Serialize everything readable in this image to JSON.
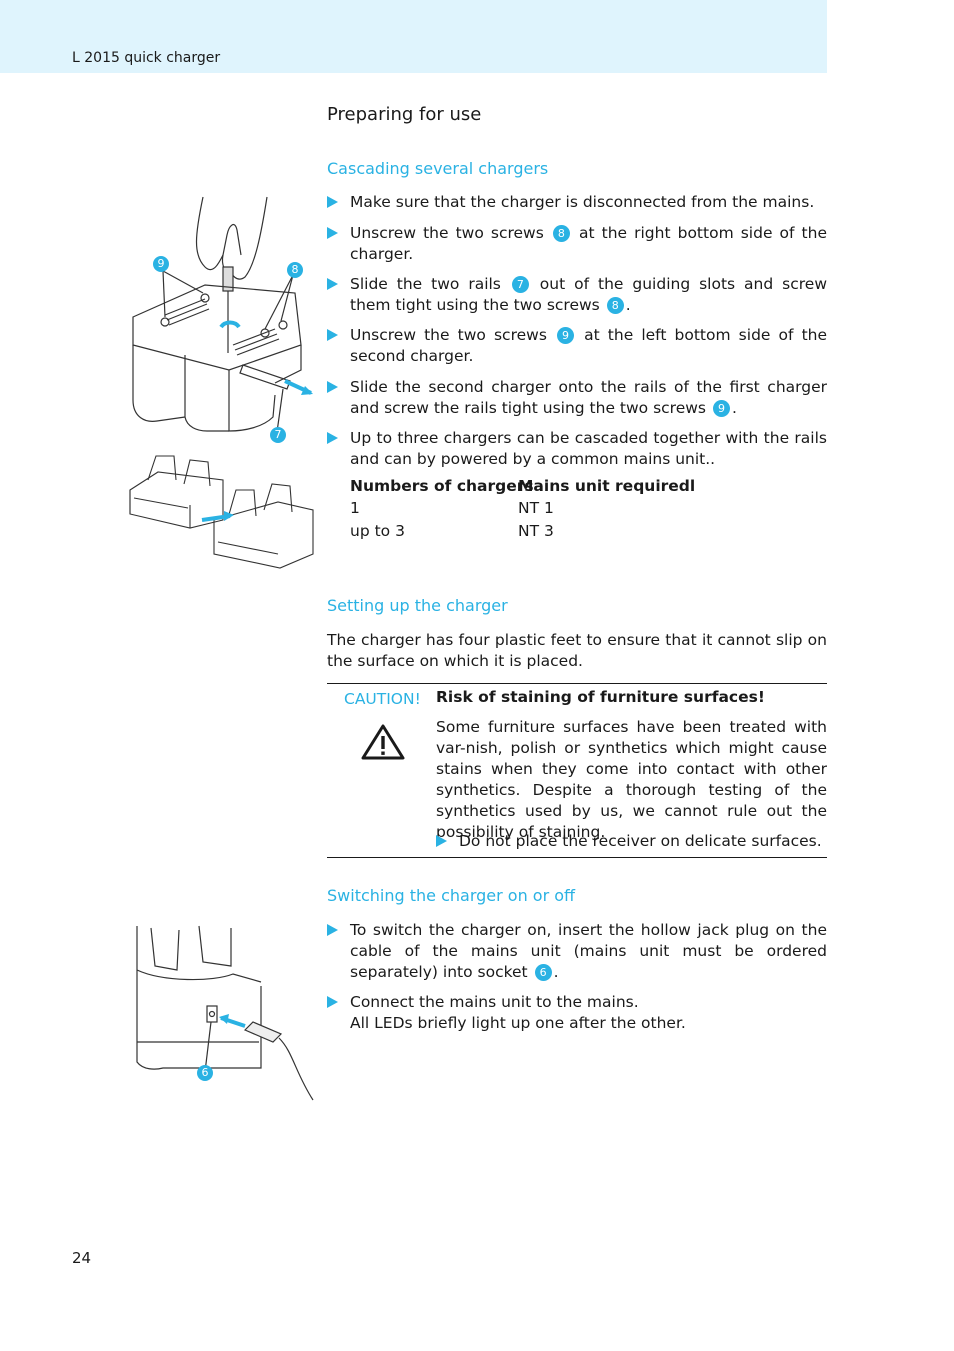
{
  "header": {
    "title": "L 2015 quick charger"
  },
  "page_number": "24",
  "heading": "Preparing for use",
  "cascading": {
    "title": "Cascading several chargers",
    "steps": {
      "s1": "Make sure that the charger is disconnected from the mains.",
      "s2a": "Unscrew the two screws",
      "s2b": "at the right bottom side of the charger.",
      "s3a": "Slide the two rails",
      "s3b": "out of the guiding slots and screw them tight using the two screws",
      "s3c": ".",
      "s4a": "Unscrew the two screws",
      "s4b": "at the left bottom side of the second charger.",
      "s5a": "Slide the second charger onto the rails of the first charger and screw the rails tight using the two screws",
      "s5b": ".",
      "s6": "Up to three chargers can be cascaded together with the rails and can by powered by a common mains unit.."
    },
    "table": {
      "headers": [
        "Numbers of chargers",
        "Mains unit requiredl"
      ],
      "rows": [
        [
          "1",
          "NT 1"
        ],
        [
          "up to 3",
          "NT 3"
        ]
      ]
    },
    "badges": {
      "seven": "7",
      "eight": "8",
      "nine": "9"
    }
  },
  "setup": {
    "title": "Setting up the charger",
    "text": "The charger has four plastic feet to ensure that it cannot slip on the surface on which it is placed."
  },
  "caution": {
    "label": "CAUTION!",
    "title": "Risk of staining of furniture surfaces!",
    "text": "Some furniture surfaces have been treated with var-nish, polish or synthetics which might cause stains when they come into contact with other synthetics. Despite a thorough testing of the synthetics used by us, we cannot rule out the possibility of staining.",
    "step": "Do not place the receiver on delicate surfaces.",
    "icon": "warning-triangle-icon"
  },
  "switching": {
    "title": "Switching the charger on or off",
    "s1a": "To switch the charger on, insert the hollow jack plug on the cable of the mains unit (mains unit must be ordered separately) into socket",
    "s1b": ".",
    "s2a": "Connect the mains unit to the mains.",
    "s2b": "All LEDs briefly light up one after the other.",
    "badge": "6"
  },
  "colors": {
    "accent": "#2ab2e3",
    "header_band": "#dff4fd"
  }
}
